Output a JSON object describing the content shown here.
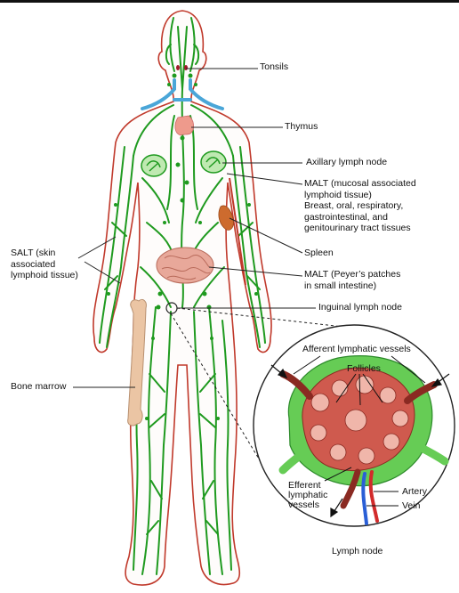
{
  "colors": {
    "lymph_green": "#1f9a1f",
    "lymph_fill": "#7fd36f",
    "body_outline": "#c0392b",
    "thymus": "#ee9a8c",
    "spleen": "#cd6b2e",
    "bone": "#ebc5a4",
    "intestine": "#e8a89a",
    "node_capsule": "#66cc55",
    "node_inner": "#cf5a4e",
    "artery": "#d22b2b",
    "vein": "#2a5fd6",
    "veins_neck": "#4aa6d8"
  },
  "labels": {
    "tonsils": "Tonsils",
    "thymus": "Thymus",
    "axillary": "Axillary lymph node",
    "malt1": [
      "MALT (mucosal associated",
      "lymphoid tissue)",
      "Breast, oral, respiratory,",
      "gastrointestinal, and",
      "genitourinary tract tissues"
    ],
    "spleen": "Spleen",
    "malt2": [
      "MALT (Peyer’s patches",
      "in small intestine)"
    ],
    "inguinal": "Inguinal lymph node",
    "salt": [
      "SALT (skin",
      "associated",
      "lymphoid tissue)"
    ],
    "bone_marrow": "Bone marrow",
    "afferent": "Afferent lymphatic vessels",
    "follicles": "Follicles",
    "efferent": [
      "Efferent",
      "lymphatic",
      "vessels"
    ],
    "artery": "Artery",
    "vein": "Vein",
    "lymph_node": "Lymph node"
  }
}
